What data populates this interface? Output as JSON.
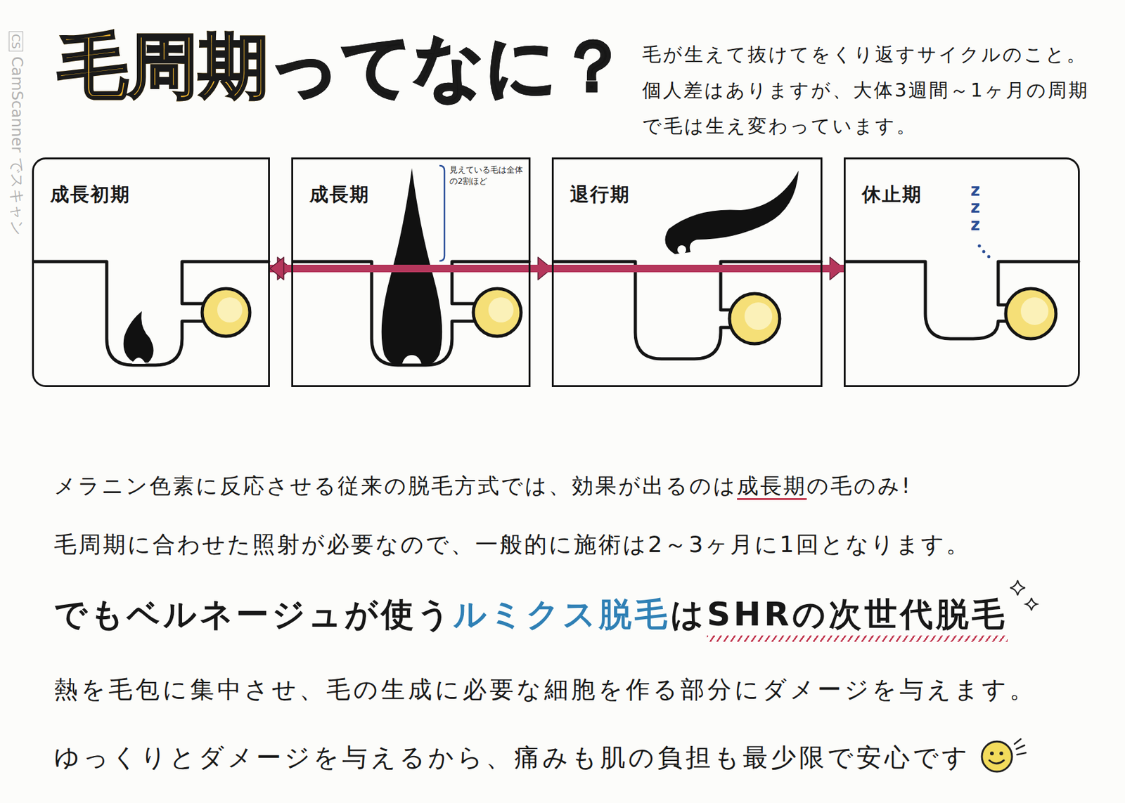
{
  "diagram": {
    "title": "毛周期ってなに？",
    "nodes": [
      {
        "text": [
          "成長初期"
        ]
      },
      {
        "text": [
          "成長期"
        ]
      },
      {
        "text": [
          "退行期"
        ]
      },
      {
        "text": [
          "休止期"
        ]
      }
    ],
    "edges": [
      {
        "from": 0,
        "to": 1,
        "arrow": "to"
      },
      {
        "from": 1,
        "to": 2,
        "arrow": "to"
      },
      {
        "from": 2,
        "to": 3,
        "arrow": "to"
      },
      {
        "from": 3,
        "to": 0,
        "arrow": "to"
      }
    ],
    "labels": [
      "毛が生えて抜けてをくり返すサイクルのこと。個人差はありますが、大体3週間～1ヶ月の周期で毛は生え変わっています。",
      "見えている毛は全体の2割ほど",
      "zzz",
      "メラニン色素に反応させる従来の脱毛方式では、効果が出るのは",
      "成長期",
      "の毛のみ!",
      "毛周期に合わせた照射が必要なので、一般的に施術は2～3ヶ月に1回となります。",
      "でもベルネージュが使う",
      "ルミクス脱毛",
      "は",
      "SHRの次世代脱毛",
      "熱を毛包に集中させ、毛の生成に必要な細胞を作る部分にダメージを与えます。",
      "ゆっくりとダメージを与えるから、痛みも肌の負担も最少限で安心です",
      "CS",
      "CamScanner でスキャン"
    ]
  }
}
